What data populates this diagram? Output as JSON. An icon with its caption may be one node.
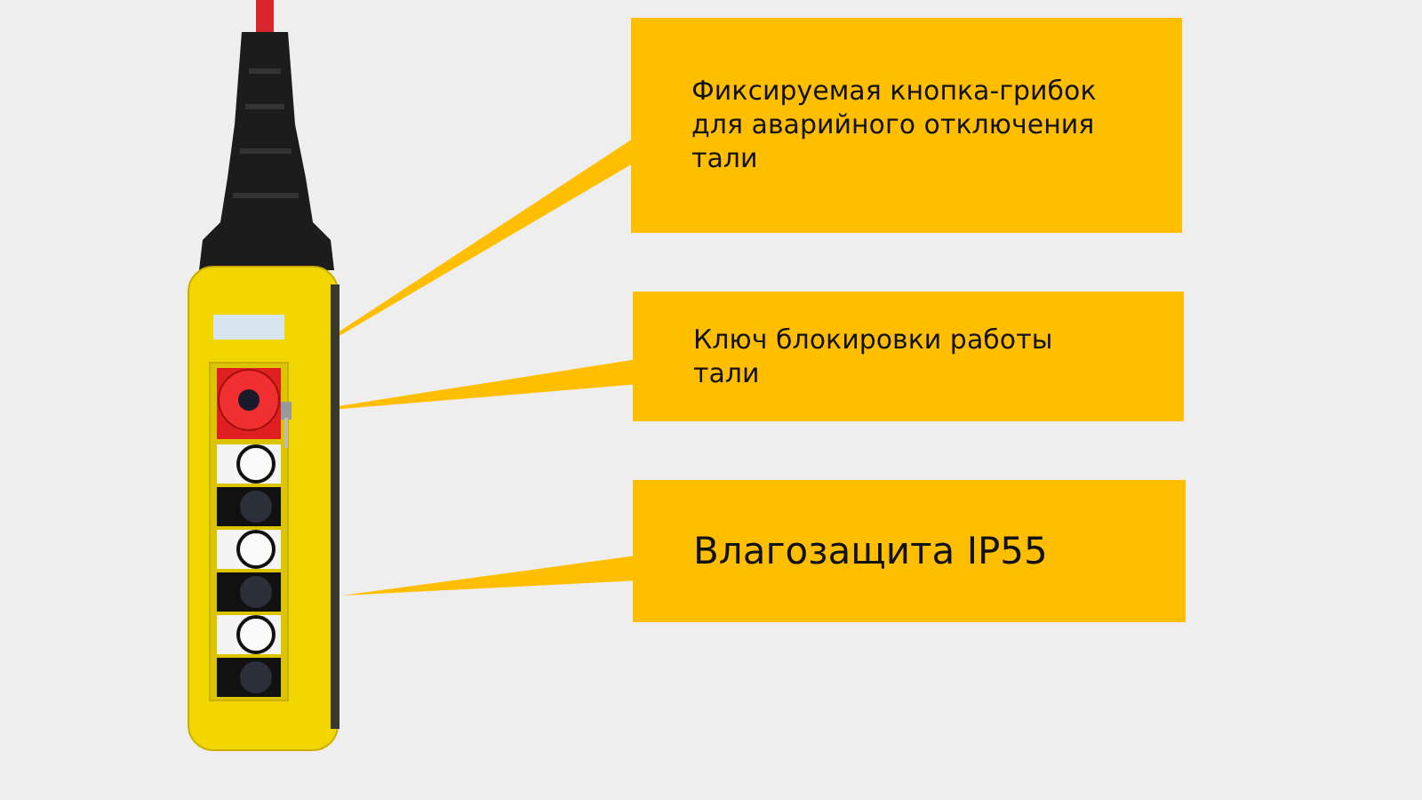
{
  "diagram": {
    "nodes": [
      {
        "text": [
          "Фиксируемая кнопка-грибок для аварийного отключения тали"
        ]
      },
      {
        "text": [
          "Ключ блокировки работы тали"
        ]
      },
      {
        "text": [
          "Влагозащита IP55"
        ]
      },
      {
        "text": [],
        "shape": "picture"
      },
      {
        "text": [],
        "shape": "picture",
        "in": 3
      },
      {
        "text": [],
        "shape": "picture",
        "in": 3
      }
    ],
    "edges": [
      {
        "from": 0,
        "to": 4,
        "arrow": "none"
      },
      {
        "from": 1,
        "to": 5,
        "arrow": "none"
      },
      {
        "from": 2,
        "to": 3,
        "arrow": "none"
      }
    ]
  }
}
